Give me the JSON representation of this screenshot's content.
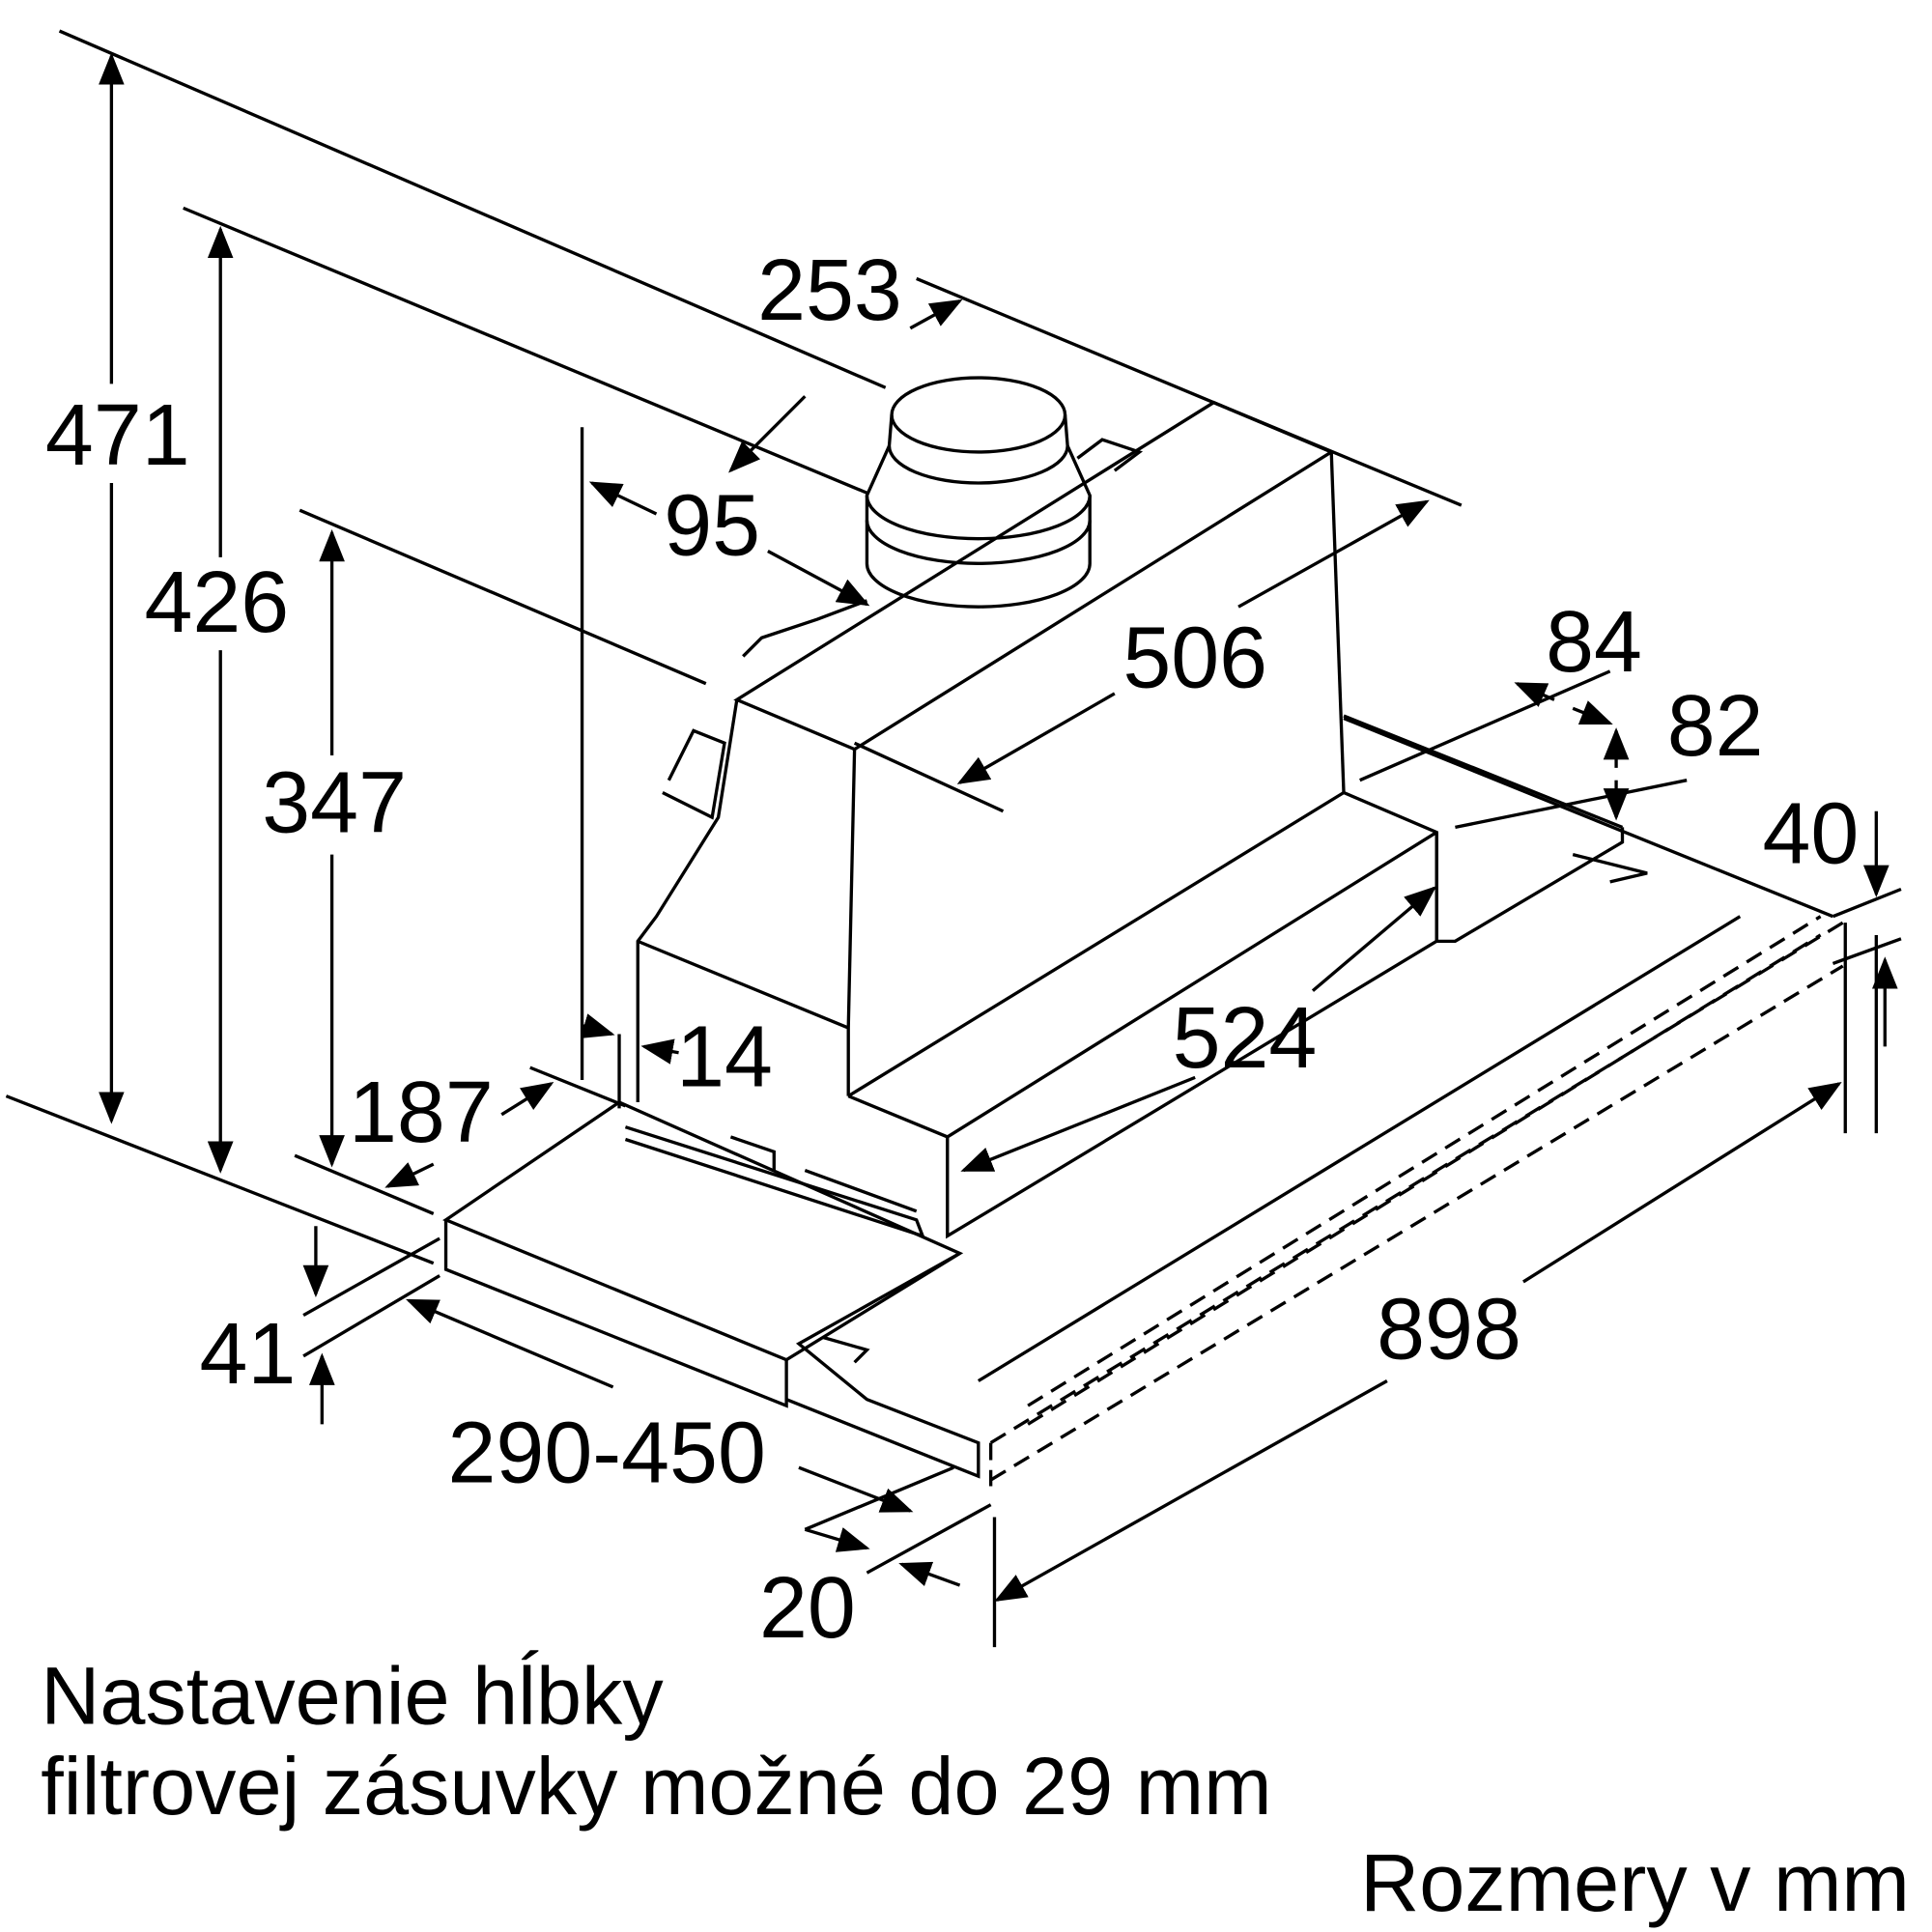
{
  "dimensions": {
    "total_height": "471",
    "height_426": "426",
    "height_347": "347",
    "duct_offset": "253",
    "duct_depth": "95",
    "body_depth": "506",
    "side_84": "84",
    "side_82": "82",
    "strip_40": "40",
    "gap_14": "14",
    "front_187": "187",
    "body_width": "524",
    "front_41": "41",
    "total_width": "898",
    "depth_range": "290-450",
    "panel_20": "20"
  },
  "notes": {
    "line1": "Nastavenie hĺbky",
    "line2": "filtrovej zásuvky možné do 29 mm",
    "units": "Rozmery v mm"
  }
}
